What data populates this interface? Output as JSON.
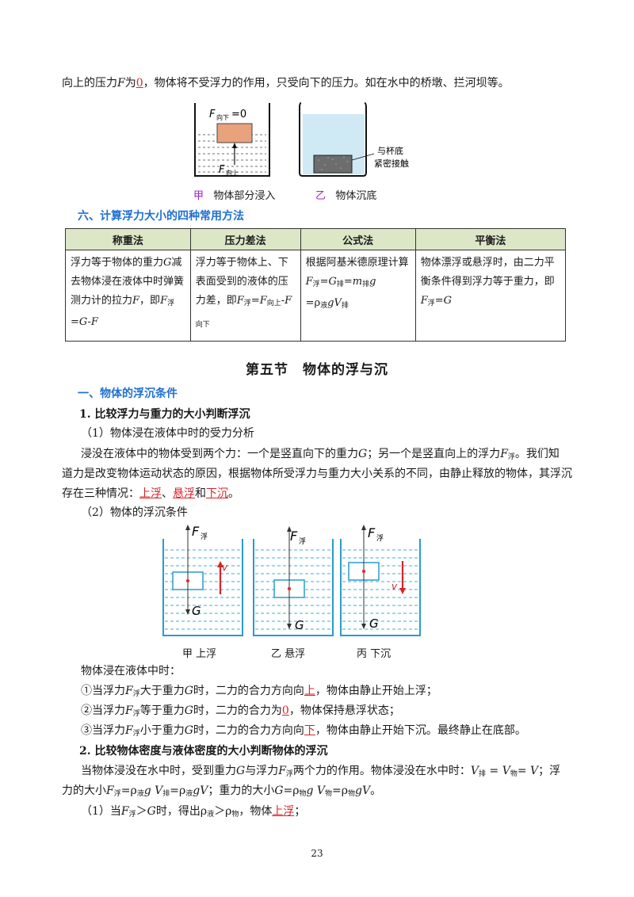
{
  "intro": {
    "before": "向上的压力",
    "F": "F",
    "mid": "为",
    "zero": "0",
    "after": "，物体将不受浮力的作用，只受向下的压力。如在水中的桥墩、拦河坝等。"
  },
  "fig1": {
    "label_down": "F",
    "label_down_sub": "向下",
    "label_down_val": "=0",
    "label_up": "F",
    "label_up_sub": "向上",
    "label_touch_1": "与杯底",
    "label_touch_2": "紧密接触",
    "cap_a_mark": "甲",
    "cap_a": "物体部分浸入",
    "cap_b_mark": "乙",
    "cap_b": "物体沉底"
  },
  "section6": {
    "title": "六、计算浮力大小的四种常用方法"
  },
  "methods": {
    "headers": [
      "称重法",
      "压力差法",
      "公式法",
      "平衡法"
    ],
    "cells": [
      [
        "浮力等于物体的重力",
        "G",
        "减去物体浸在液体中时弹簧测力计的拉力",
        "F",
        "，即",
        "F",
        "浮",
        "=G-F"
      ],
      [
        "浮力等于物体上、下表面受到的液体的压力差，即",
        "F",
        "浮",
        "=F",
        "向上",
        "-F",
        "向下"
      ],
      [
        "根据阿基米德原理计算",
        "F",
        "浮",
        "=G",
        "排",
        "=m",
        "排",
        "g",
        "=ρ",
        "液",
        "gV",
        "排"
      ],
      [
        "物体漂浮或悬浮时，由二力平衡条件得到浮力等于重力，即",
        "F",
        "浮",
        "=G"
      ]
    ]
  },
  "section5": {
    "title": "第五节　物体的浮与沉"
  },
  "part1": {
    "title": "一、物体的浮沉条件"
  },
  "sub1": {
    "title": "1. 比较浮力与重力的大小判断浮沉"
  },
  "s1p1": {
    "label": "（1）物体浸在液体中时的受力分析"
  },
  "s1p1_text": {
    "l1a": "浸没在液体中的物体受到两个力：一个是竖直向下的重力",
    "l1G": "G",
    "l1b": "；另一个是竖直向上的浮力",
    "l1F": "F",
    "l1sub": "浮",
    "l1c": "。我们知",
    "l2": "道力是改变物体运动状态的原因，根据物体所受浮力与重力大小关系的不同，由静止释放的物体，其浮沉",
    "l3a": "存在三种情况：",
    "up": "上浮",
    "sep": "、",
    "sus": "悬浮",
    "and": "和",
    "down": "下沉",
    "end": "。"
  },
  "s1p2": {
    "label": "（2）物体的浮沉条件"
  },
  "fig2": {
    "F": "F",
    "Fsub": "浮",
    "G": "G",
    "v": "v",
    "cap_a": "甲 上浮",
    "cap_b": "乙 悬浮",
    "cap_c": "丙 下沉"
  },
  "cond": {
    "intro": "物体浸在液体中时：",
    "c1a": "①当浮力",
    "c1F": "F",
    "c1sub": "浮",
    "c1b": "大于重力",
    "c1G": "G",
    "c1c": "时，二力的合力方向向",
    "c1ans": "上",
    "c1d": "，物体由静止开始上浮；",
    "c2a": "②当浮力",
    "c2F": "F",
    "c2sub": "浮",
    "c2b": "等于重力",
    "c2G": "G",
    "c2c": "时，二力的合力为",
    "c2ans": "0",
    "c2d": "，物体保持悬浮状态；",
    "c3a": "③当浮力",
    "c3F": "F",
    "c3sub": "浮",
    "c3b": "小于重力",
    "c3G": "G",
    "c3c": "时，二力的合力方向向",
    "c3ans": "下",
    "c3d": "，物体由静止开始下沉。最终静止在底部。"
  },
  "sub2": {
    "title": "2. 比较物体密度与液体密度的大小判断物体的浮沉"
  },
  "s2": {
    "l1a": "当物体浸没在水中时，受到重力",
    "l1G": "G",
    "l1b": "与浮力",
    "l1F": "F",
    "l1sub": "浮",
    "l1c": "两个力的作用。物体浸没在水中时：",
    "l1V1": "V",
    "l1V1sub": "排",
    "l1eq1": " = ",
    "l1V2": "V",
    "l1V2sub": "物",
    "l1eq2": "= ",
    "l1V3": "V",
    "l1d": "；浮",
    "l2a": "力的大小",
    "l2F": "F",
    "l2Fsub": "浮",
    "l2b": "=ρ",
    "l2sub1": "液",
    "l2c": "g V",
    "l2sub2": "排",
    "l2d": "=ρ",
    "l2sub3": "液",
    "l2e": "gV",
    "l2f": "；重力的大小",
    "l2G": "G",
    "l2g": "=ρ",
    "l2sub4": "物",
    "l2h": "g V",
    "l2sub5": "物",
    "l2i": "=ρ",
    "l2sub6": "物",
    "l2j": "gV",
    "l2k": "。",
    "l3a": "（1）当",
    "l3F": "F",
    "l3sub": "浮",
    "l3b": "＞",
    "l3G": "G",
    "l3c": "时，得出ρ",
    "l3sub2": "液",
    "l3d": "＞ρ",
    "l3sub3": "物",
    "l3e": "，物体",
    "l3ans": "上浮",
    "l3f": "；"
  },
  "page": {
    "number": "23"
  }
}
